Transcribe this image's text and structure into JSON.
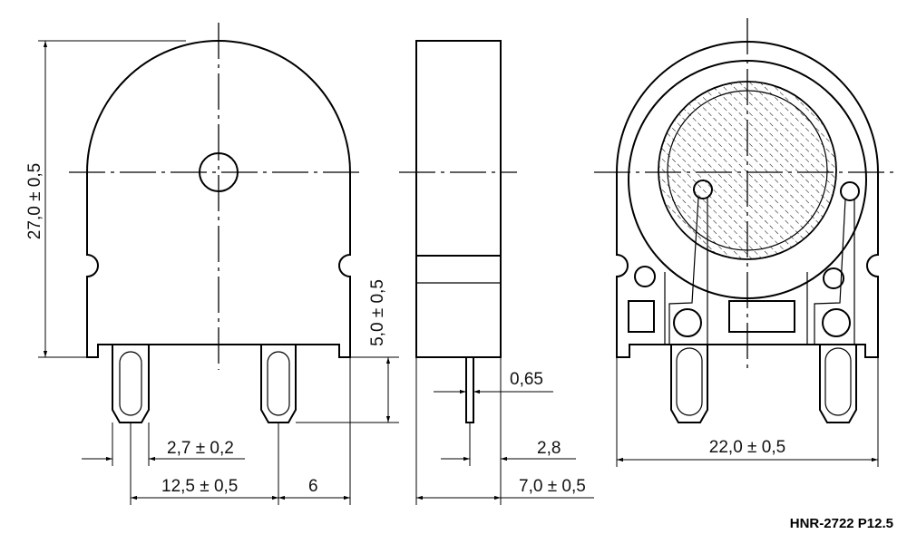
{
  "drawing": {
    "part_code": "HNR-2722 P12.5",
    "dimensions": {
      "height": "27,0 ± 0,5",
      "pin_height": "5,0 ± 0,5",
      "pin_width": "2,7 ± 0,2",
      "pin_pitch": "12,5 ± 0,5",
      "pin_offset": "6",
      "pin_thickness": "0,65",
      "pin_position": "2,8",
      "depth": "7,0 ± 0,5",
      "width": "22,0 ± 0,5"
    }
  }
}
